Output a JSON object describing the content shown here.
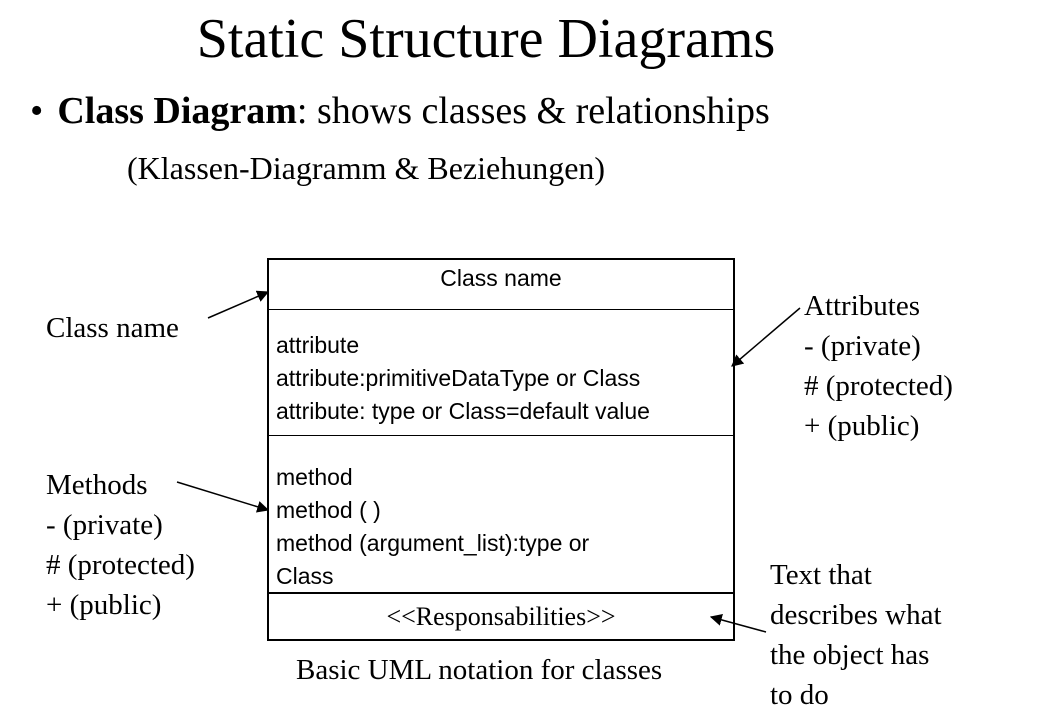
{
  "title": "Static Structure Diagrams",
  "bullet": {
    "symbol": "•",
    "term": "Class Diagram",
    "rest": ": shows classes & relationships"
  },
  "subtitle": "(Klassen-Diagramm & Beziehungen)",
  "uml": {
    "class_name": "Class name",
    "attributes": [
      "attribute",
      "attribute:primitiveDataType or Class",
      "attribute: type or Class=default value"
    ],
    "methods": [
      "method",
      "method ( )",
      "method (argument_list):type or",
      "Class"
    ],
    "responsibilities": "<<Responsabilities>>"
  },
  "labels": {
    "class_name": "Class  name",
    "attributes": [
      "Attributes",
      "- (private)",
      "# (protected)",
      "+ (public)"
    ],
    "methods": [
      "Methods",
      "- (private)",
      "# (protected)",
      "+ (public)"
    ],
    "responsibilities": [
      "Text that",
      "describes what",
      "the object has",
      "to do"
    ]
  },
  "caption": "Basic UML notation for classes"
}
